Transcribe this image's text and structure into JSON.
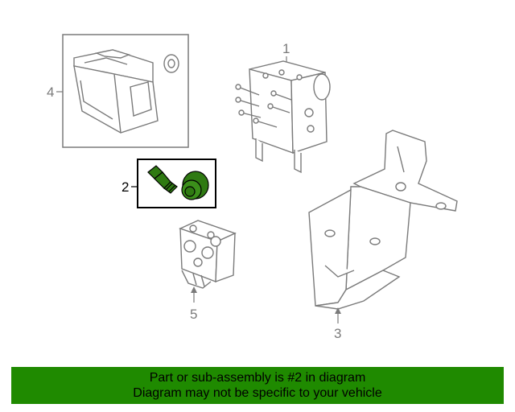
{
  "callouts": {
    "part1": "1",
    "part2": "2",
    "part3": "3",
    "part4": "4",
    "part5": "5"
  },
  "banner": {
    "line1": "Part or sub-assembly is #2 in diagram",
    "line2": "Diagram may not be specific to your vehicle"
  },
  "colors": {
    "banner_bg": "#1f8a00",
    "highlight_part": "#2f7a12",
    "line_art": "#7a7a7a",
    "highlight_box": "#000000"
  }
}
